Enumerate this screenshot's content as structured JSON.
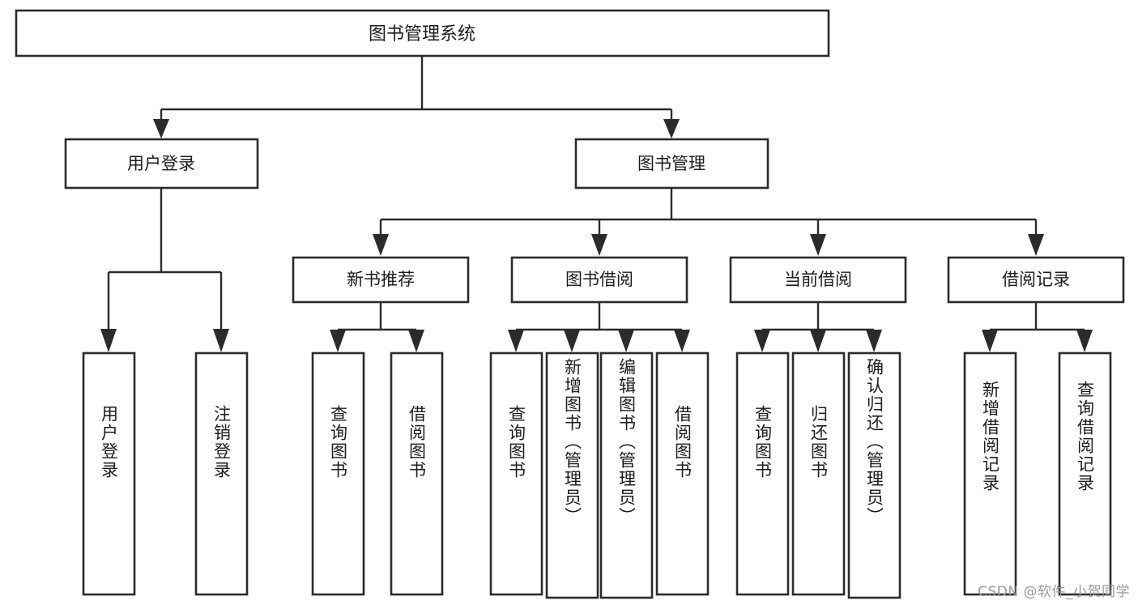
{
  "diagram": {
    "title": "图书管理系统",
    "type": "tree-hierarchy",
    "orientation": "top-down",
    "colors": {
      "stroke": "#2b2b2b",
      "fill": "#ffffff",
      "text": "#1c1c1c",
      "background": "#ffffff",
      "watermark": "#9a9a9a"
    }
  },
  "root": {
    "label": "图书管理系统"
  },
  "level2": [
    {
      "id": "user-login",
      "label": "用户登录"
    },
    {
      "id": "book-management",
      "label": "图书管理"
    }
  ],
  "level3": [
    {
      "id": "new-book-recommend",
      "label": "新书推荐",
      "parent": "book-management"
    },
    {
      "id": "book-borrow",
      "label": "图书借阅",
      "parent": "book-management"
    },
    {
      "id": "current-borrow",
      "label": "当前借阅",
      "parent": "book-management"
    },
    {
      "id": "borrow-record",
      "label": "借阅记录",
      "parent": "book-management"
    }
  ],
  "leaves": {
    "user_login": [
      {
        "id": "leaf-user-login",
        "label": "用户登录"
      },
      {
        "id": "leaf-user-logout",
        "label": "注销登录"
      }
    ],
    "new_book_recommend": [
      {
        "id": "leaf-query-book-1",
        "label": "查询图书"
      },
      {
        "id": "leaf-borrow-book-1",
        "label": "借阅图书"
      }
    ],
    "book_borrow": [
      {
        "id": "leaf-query-book-2",
        "label": "查询图书"
      },
      {
        "id": "leaf-add-book",
        "label": "新增图书（管理员）"
      },
      {
        "id": "leaf-edit-book",
        "label": "编辑图书（管理员）"
      },
      {
        "id": "leaf-borrow-book-2",
        "label": "借阅图书"
      }
    ],
    "current_borrow": [
      {
        "id": "leaf-query-book-3",
        "label": "查询图书"
      },
      {
        "id": "leaf-return-book",
        "label": "归还图书"
      },
      {
        "id": "leaf-confirm-return",
        "label": "确认归还（管理员）"
      }
    ],
    "borrow_record": [
      {
        "id": "leaf-add-record",
        "label": "新增借阅记录"
      },
      {
        "id": "leaf-query-record",
        "label": "查询借阅记录"
      }
    ]
  },
  "watermark": {
    "text": "CSDN @软件_小贺同学"
  }
}
